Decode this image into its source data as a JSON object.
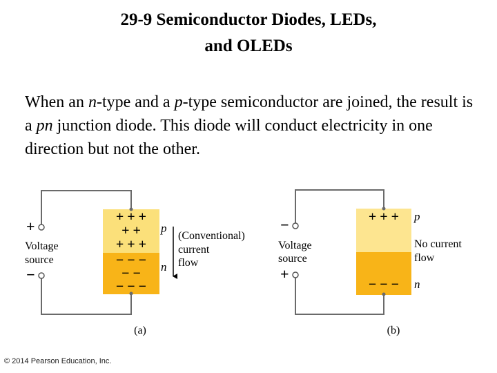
{
  "slide": {
    "title_line1": "29-9 Semiconductor Diodes, LEDs,",
    "title_line2": "and OLEDs",
    "body": {
      "t1": "When an ",
      "t2": "n",
      "t3": "-type and a ",
      "t4": "p",
      "t5": "-type semiconductor are joined, the result is a ",
      "t6": "pn",
      "t7": " junction diode. This diode will conduct electricity in one direction but not the other."
    },
    "copyright": "© 2014 Pearson Education, Inc."
  },
  "figure_a": {
    "plus_terminal": "+",
    "minus_terminal": "−",
    "voltage_label_line1": "Voltage",
    "voltage_label_line2": "source",
    "p_charge_rows": [
      "+ + +",
      "+ +",
      "+ + +"
    ],
    "n_charge_rows": [
      "− − −",
      "− −",
      "− − −"
    ],
    "p_label": "p",
    "n_label": "n",
    "current_line1": "(Conventional)",
    "current_line2": "current",
    "current_line3": "flow",
    "caption": "(a)"
  },
  "figure_b": {
    "minus_terminal": "−",
    "plus_terminal": "+",
    "voltage_label_line1": "Voltage",
    "voltage_label_line2": "source",
    "p_charge_row": "+ + +",
    "n_charge_row": "− − −",
    "p_label": "p",
    "n_label": "n",
    "no_current_line1": "No current",
    "no_current_line2": "flow",
    "caption": "(b)"
  },
  "colors": {
    "p_region_a": "#fbe07a",
    "n_region_a": "#f8b418",
    "p_region_b": "#fde590",
    "n_region_b": "#f8b418",
    "wire": "#6a6a6a"
  }
}
